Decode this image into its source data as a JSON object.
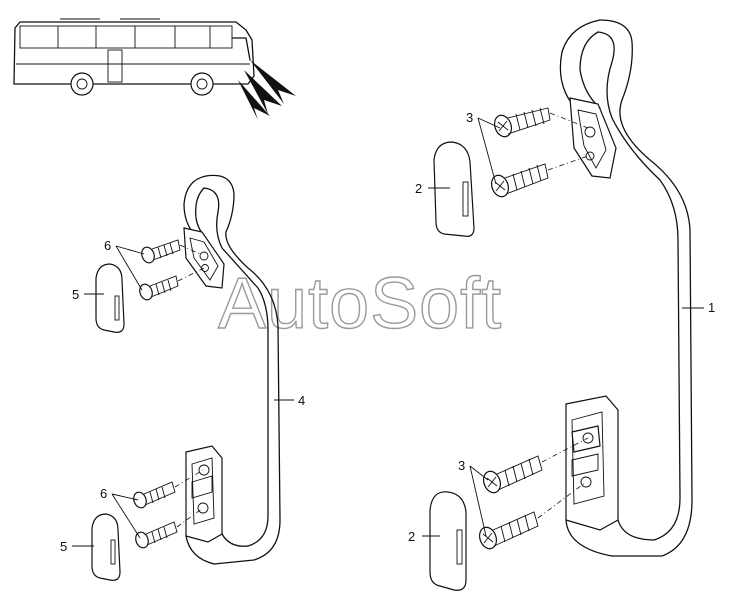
{
  "watermark": "AutoSoft",
  "callouts": {
    "part_1": "1",
    "part_2_upper": "2",
    "part_2_lower": "2",
    "part_3_upper": "3",
    "part_3_lower": "3",
    "part_4": "4",
    "part_5_upper": "5",
    "part_5_lower": "5",
    "part_6_upper": "6",
    "part_6_lower": "6"
  }
}
